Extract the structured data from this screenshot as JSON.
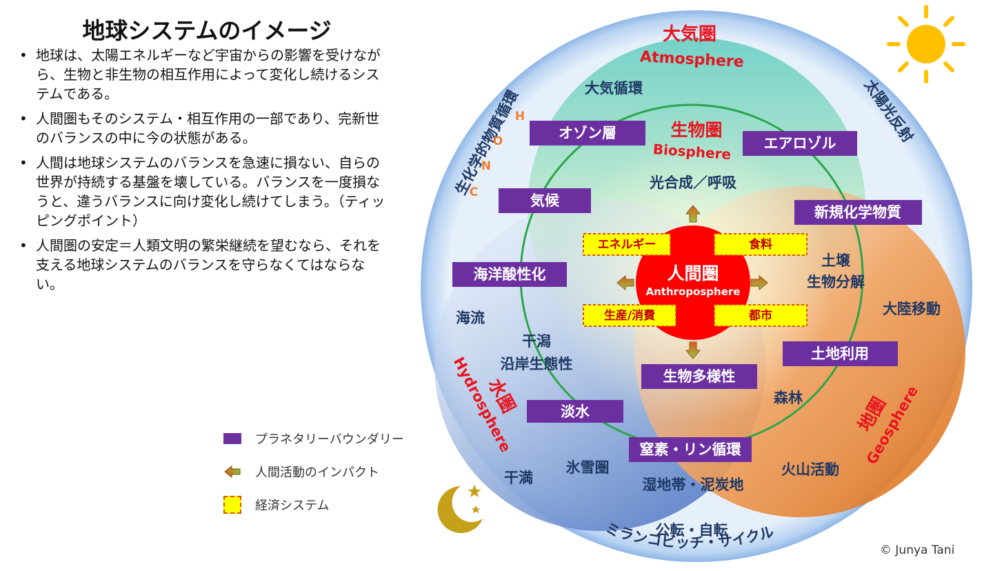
{
  "title": "地球システムのイメージ",
  "bullets": [
    "地球は、太陽エネルギーなど宇宙からの影響を受けながら、生物と非生物の相互作用によって変化し続けるシステムである。",
    "人間圏もそのシステム・相互作用の一部であり、完新世のバランスの中に今の状態がある。",
    "人間は地球システムのバランスを急速に損ない、自らの世界が持続する基盤を壊している。バランスを一度損なうと、違うバランスに向け変化し続けてしまう。（ティッピングポイント）",
    "人間圏の安定＝人類文明の繁栄継続を望むなら、それを支える地球システムのバランスを守らなくてはならない。"
  ],
  "legend": {
    "boundary": "プラネタリーバウンダリー",
    "impact": "人間活動のインパクト",
    "economy": "経済システム"
  },
  "copyright": "© Junya Tani",
  "spheres": {
    "atmosphere": {
      "jp": "大気圏",
      "en": "Atmosphere"
    },
    "biosphere": {
      "jp": "生物圏",
      "en": "Biosphere"
    },
    "anthroposphere": {
      "jp": "人間圏",
      "en": "Anthroposphere"
    },
    "hydrosphere": {
      "jp": "水圏",
      "en": "Hydrosphere"
    },
    "geosphere": {
      "jp": "地圏",
      "en": "Geosphere"
    }
  },
  "boundaries": {
    "ozone": "オゾン層",
    "aerosol": "エアロゾル",
    "climate": "気候",
    "chemicals": "新規化学物質",
    "acidification": "海洋酸性化",
    "land_use": "土地利用",
    "biodiversity": "生物多様性",
    "freshwater": "淡水",
    "nitrogen": "窒素・リン循環"
  },
  "economy": {
    "energy": "エネルギー",
    "food": "食料",
    "production": "生産/消費",
    "city": "都市"
  },
  "labels": {
    "air_circulation": "大気循環",
    "photosynthesis": "光合成／呼吸",
    "soil": "土壌",
    "biodegradation": "生物分解",
    "continental_drift": "大陸移動",
    "ocean_current": "海流",
    "tidal_flat": "干潟",
    "coastal_ecology": "沿岸生態性",
    "forest": "森林",
    "cryosphere": "氷雪圏",
    "tides": "干満",
    "wetlands": "湿地帯・泥炭地",
    "volcanic": "火山活動",
    "revolution": "公転・自転",
    "milankovitch": "ミランコビッチ・サイクル",
    "biogeochemical": "生化学的物質循環",
    "solar_reflection": "太陽光反射",
    "elements": [
      "H",
      "O",
      "N",
      "C"
    ]
  },
  "colors": {
    "boundary_box": "#6b2fa0",
    "economy_box": "#ffff00",
    "sphere_label": "#e8141e",
    "navy_text": "#1f3864",
    "anthro_core": "#ff0000",
    "element_letters": "#ed7d31",
    "biosphere_ring": "#2aa54a"
  },
  "icons": {
    "sun": "sun-icon",
    "moon": "crescent-moon-icon",
    "arrow": "impact-arrow-icon"
  }
}
